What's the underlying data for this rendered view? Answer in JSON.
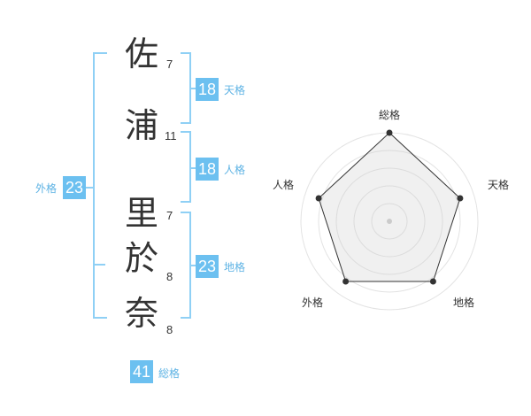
{
  "name": {
    "chars": [
      {
        "char": "佐",
        "strokes": "7"
      },
      {
        "char": "浦",
        "strokes": "11"
      },
      {
        "char": "里",
        "strokes": "7"
      },
      {
        "char": "於",
        "strokes": "8"
      },
      {
        "char": "奈",
        "strokes": "8"
      }
    ]
  },
  "kakusu": {
    "tenkaku": {
      "value": "18",
      "label": "天格"
    },
    "jinkaku": {
      "value": "18",
      "label": "人格"
    },
    "chikaku": {
      "value": "23",
      "label": "地格"
    },
    "gaikaku": {
      "value": "23",
      "label": "外格"
    },
    "soukaku": {
      "value": "41",
      "label": "総格"
    }
  },
  "radar": {
    "axes": [
      "総格",
      "天格",
      "地格",
      "外格",
      "人格"
    ],
    "values": [
      1.0,
      0.84,
      0.84,
      0.84,
      0.84
    ],
    "max": 1.0
  }
}
